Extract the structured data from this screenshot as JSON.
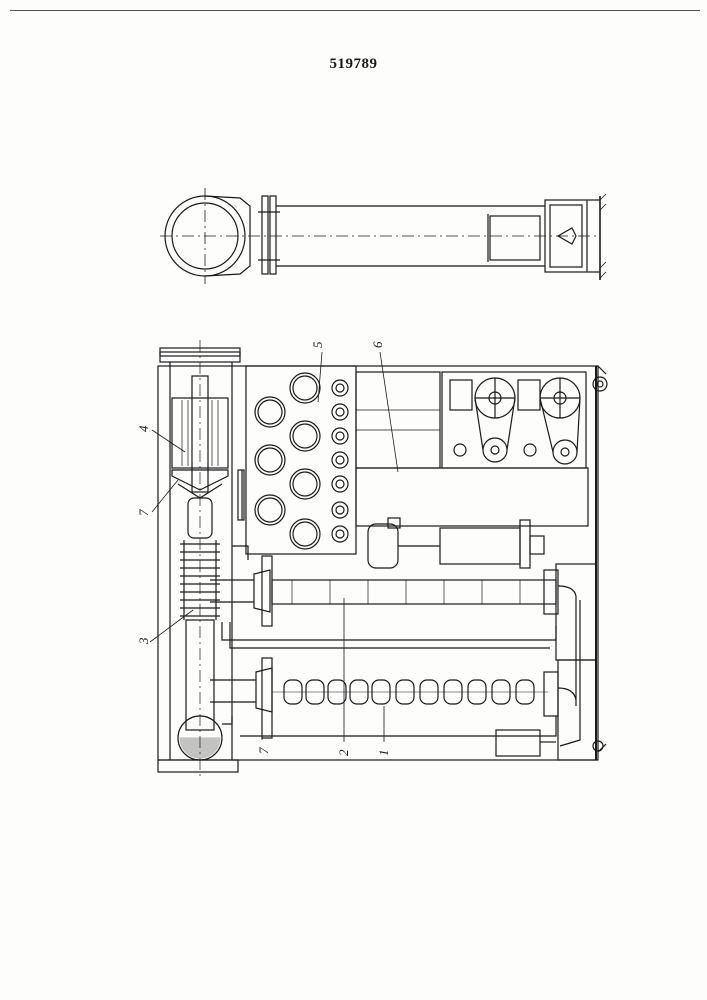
{
  "document": {
    "patent_number": "519789"
  },
  "callouts": {
    "label_1": "1",
    "label_2": "2",
    "label_3": "3",
    "label_4": "4",
    "label_5": "5",
    "label_6": "6",
    "label_7_upper": "7",
    "label_7_lower": "7"
  },
  "colors": {
    "ink": "#1a1a1a",
    "paper": "#fdfdfc"
  }
}
